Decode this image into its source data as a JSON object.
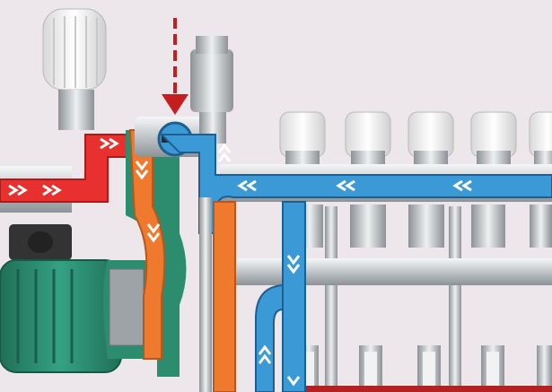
{
  "scene": {
    "subject": "underfloor-heating-manifold-with-pump-cutaway",
    "visible_text": []
  },
  "colors": {
    "background": "#ede6ea",
    "hot_flow": "#e8312f",
    "mixed_flow": "#ef7a2e",
    "return_flow": "#3b9ad6",
    "pump_body": "#2b8c6e",
    "chrome": "#c9cdd1",
    "actuator": "#f4f4f4",
    "arrow_indicator": "#c41e1e"
  },
  "elements": {
    "flow_arrows": [
      "supply-arrows",
      "riser-arrows",
      "bypass-arrows",
      "return-arrows"
    ],
    "icons": [
      "thermostatic-head-icon",
      "air-vent-icon",
      "mixing-valve-icon",
      "pump-motor-icon",
      "actuator-icon",
      "flow-meter-icon",
      "down-arrow-indicator-icon"
    ]
  }
}
